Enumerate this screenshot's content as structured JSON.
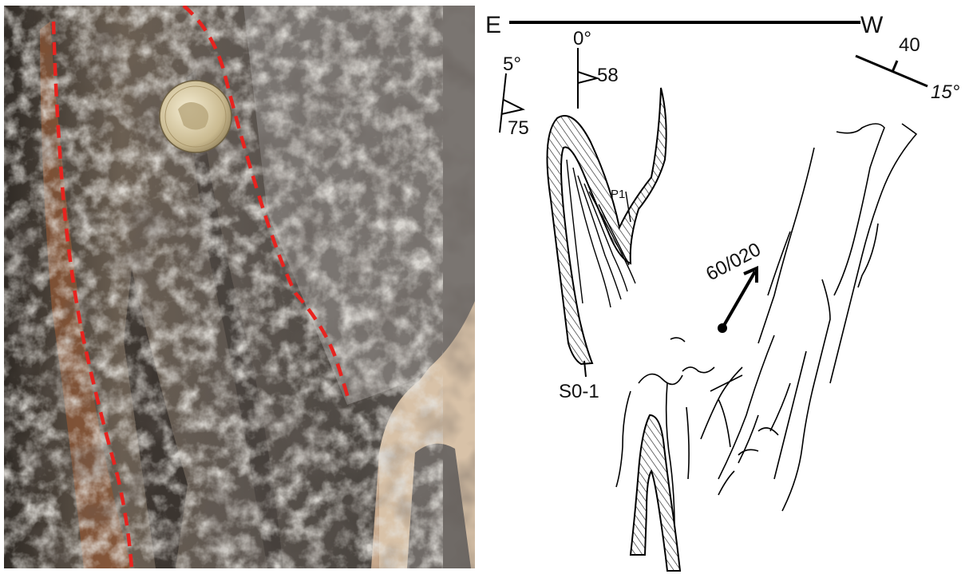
{
  "photo": {
    "subject": "rock outcrop with coin for scale",
    "boundary_color": "#e8231f",
    "rock_colors": [
      "#3a3530",
      "#6d665e",
      "#b9b2a5",
      "#8a5a3a"
    ]
  },
  "sketch": {
    "orientation": {
      "left": "E",
      "right": "W"
    },
    "measurements": [
      {
        "strike": "5°",
        "dip": "75"
      },
      {
        "strike": "0°",
        "dip": "58"
      },
      {
        "strike": "15°",
        "dip": "40"
      }
    ],
    "labels": {
      "fold_hinge": "P1",
      "layer": "S0-1",
      "lineation": "60/020"
    },
    "hatch_color": "#222222"
  }
}
